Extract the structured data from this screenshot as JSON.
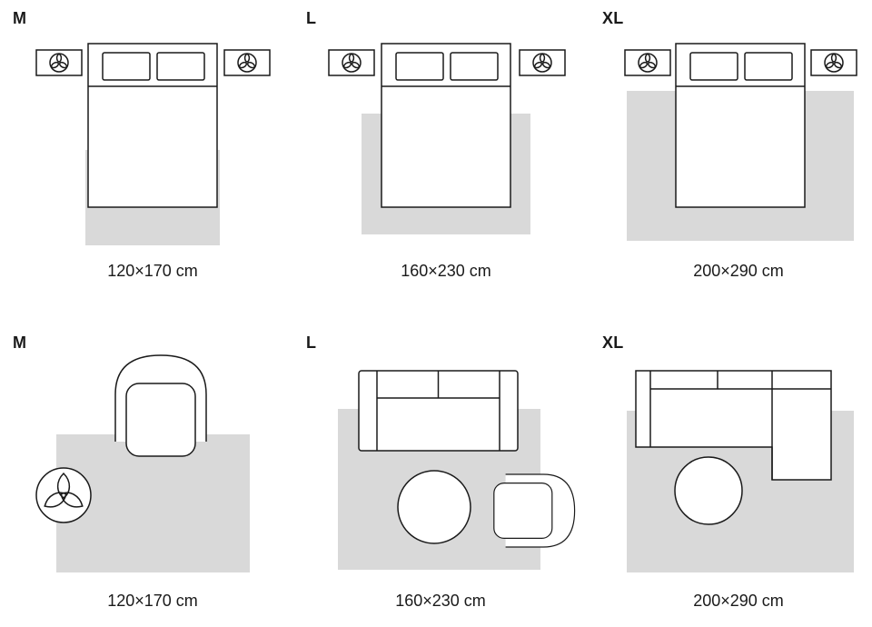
{
  "colors": {
    "background": "#ffffff",
    "rug": "#d9d9d9",
    "outline": "#1a1a1a",
    "text": "#1a1a1a"
  },
  "panels": [
    {
      "size_label": "M",
      "dimensions": "120×170 cm",
      "room": "bedroom"
    },
    {
      "size_label": "L",
      "dimensions": "160×230 cm",
      "room": "bedroom"
    },
    {
      "size_label": "XL",
      "dimensions": "200×290 cm",
      "room": "bedroom"
    },
    {
      "size_label": "M",
      "dimensions": "120×170 cm",
      "room": "living-room"
    },
    {
      "size_label": "L",
      "dimensions": "160×230 cm",
      "room": "living-room"
    },
    {
      "size_label": "XL",
      "dimensions": "200×290 cm",
      "room": "living-room"
    }
  ]
}
